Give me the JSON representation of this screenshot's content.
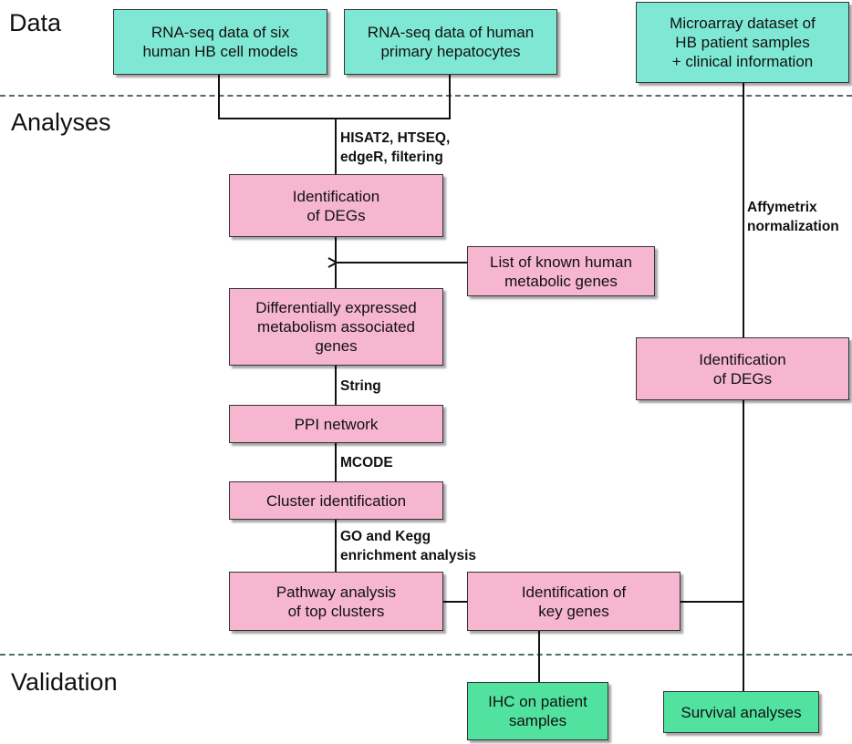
{
  "sections": {
    "data": "Data",
    "analyses": "Analyses",
    "validation": "Validation"
  },
  "nodes": {
    "rnaseq_cell_models": "RNA-seq data of six\nhuman HB cell models",
    "rnaseq_hepatocytes": "RNA-seq data of human\nprimary hepatocytes",
    "microarray": "Microarray dataset of\nHB patient samples\n+ clinical information",
    "identification_degs_left": "Identification\nof DEGs",
    "known_metabolic_genes": "List of known human\nmetabolic genes",
    "de_metabolism_genes": "Differentially expressed\nmetabolism associated\ngenes",
    "identification_degs_right": "Identification\nof DEGs",
    "ppi_network": "PPI network",
    "cluster_identification": "Cluster identification",
    "pathway_analysis": "Pathway analysis\nof top clusters",
    "key_genes": "Identification of\nkey genes",
    "ihc": "IHC on patient\nsamples",
    "survival": "Survival analyses"
  },
  "edge_labels": {
    "hisat": "HISAT2, HTSEQ,\nedgeR, filtering",
    "affymetrix": "Affymetrix\nnormalization",
    "string": "String",
    "mcode": "MCODE",
    "go_kegg": "GO and Kegg\nenrichment analysis"
  },
  "colors": {
    "data_box": "#7fe8d4",
    "analysis_box": "#f6b6cf",
    "validation_box": "#52e2a0",
    "divider": "#4f6f6a"
  }
}
